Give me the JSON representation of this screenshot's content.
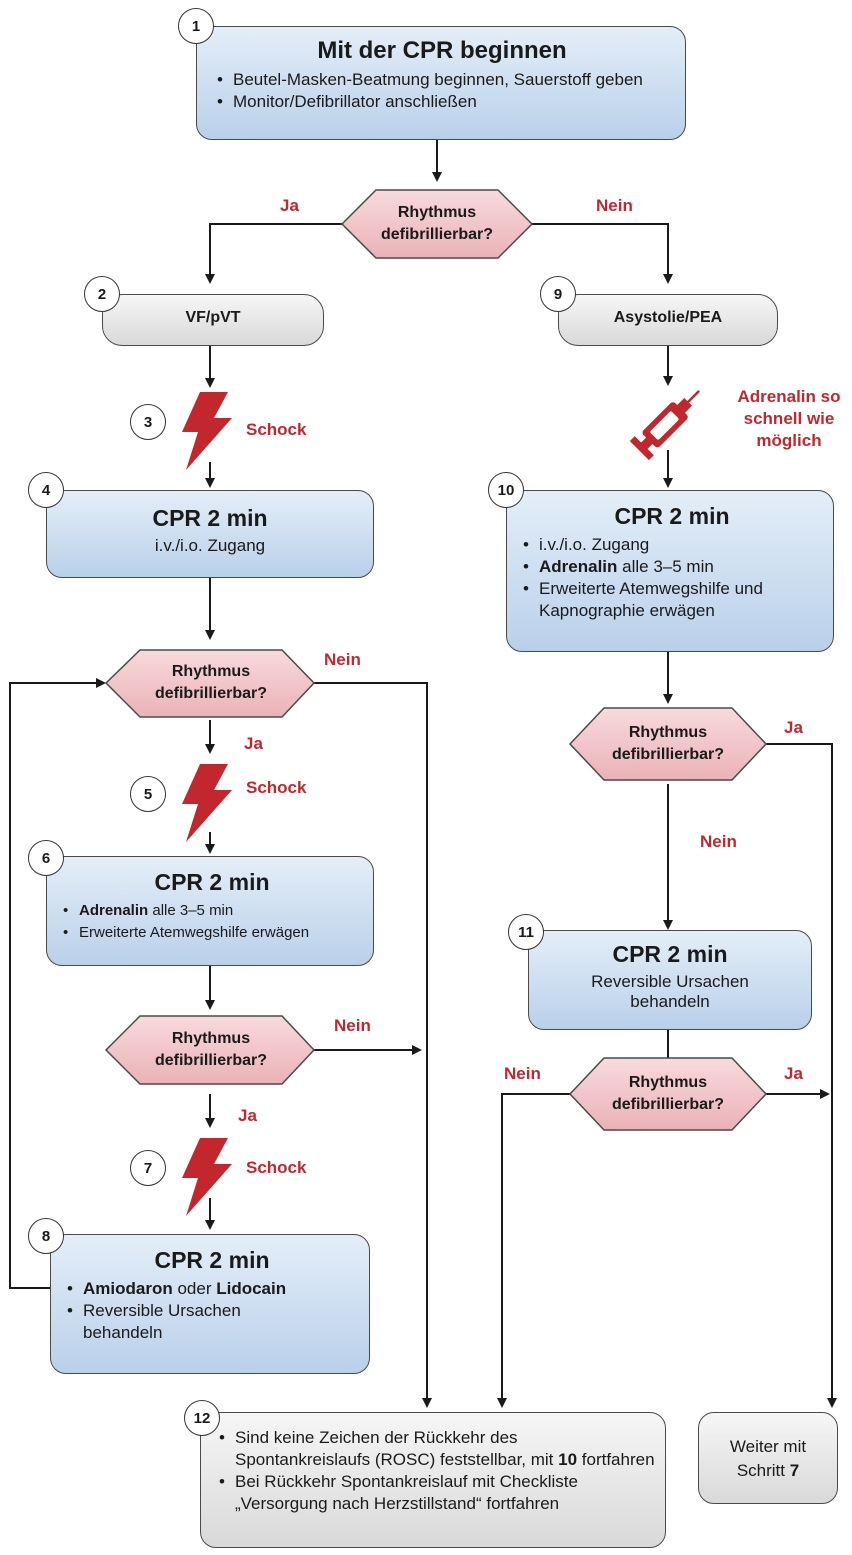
{
  "steps": {
    "s1": {
      "num": "1",
      "title": "Mit der CPR beginnen",
      "bullets": [
        "Beutel-Masken-Beatmung beginnen, Sauerstoff geben",
        "Monitor/Defibrillator anschließen"
      ]
    },
    "s2": {
      "num": "2",
      "label": "VF/pVT"
    },
    "s3": {
      "num": "3",
      "label": "Schock"
    },
    "s4": {
      "num": "4",
      "title": "CPR 2 min",
      "text": "i.v./i.o. Zugang"
    },
    "s5": {
      "num": "5",
      "label": "Schock"
    },
    "s6": {
      "num": "6",
      "title": "CPR 2 min",
      "b1_bold": "Adrenalin",
      "b1_rest": " alle 3–5 min",
      "b2": "Erweiterte Atemwegshilfe erwägen"
    },
    "s7": {
      "num": "7",
      "label": "Schock"
    },
    "s8": {
      "num": "8",
      "title": "CPR 2 min",
      "b1_bold1": "Amiodaron",
      "b1_mid": " oder ",
      "b1_bold2": "Lidocain",
      "b2": "Reversible Ursachen behandeln"
    },
    "s9": {
      "num": "9",
      "label": "Asystolie/PEA"
    },
    "s9_drug": "Adrenalin so schnell wie möglich",
    "s10": {
      "num": "10",
      "title": "CPR 2 min",
      "b1": "i.v./i.o. Zugang",
      "b2_bold": "Adrenalin",
      "b2_rest": " alle 3–5 min",
      "b3": "Erweiterte Atemwegshilfe und Kapnographie erwägen"
    },
    "s11": {
      "num": "11",
      "title": "CPR 2 min",
      "text": "Reversible Ursachen behandeln"
    },
    "s12": {
      "num": "12",
      "b1_pre": "Sind keine Zeichen der Rückkehr des Spontankreislaufs (ROSC) feststellbar, mit ",
      "b1_bold": "10",
      "b1_post": " fortfahren",
      "b2": "Bei Rückkehr Spontankreislauf mit Checkliste „Versorgung nach Herzstillstand“ fortfahren"
    },
    "cont": {
      "pre": "Weiter mit Schritt ",
      "bold": "7"
    }
  },
  "decision": {
    "line1": "Rhythmus",
    "line2": "defibrillierbar?"
  },
  "labels": {
    "yes": "Ja",
    "no": "Nein"
  },
  "colors": {
    "blue_top": "#e4eef8",
    "blue_bottom": "#b9d0ea",
    "decision": "#f1c3c7",
    "accent_red": "#c1272d"
  },
  "icons": [
    "lightning-shock-icon",
    "syringe-icon"
  ]
}
